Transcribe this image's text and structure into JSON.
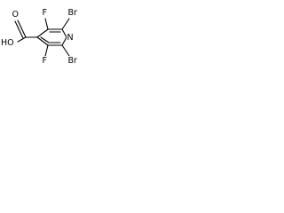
{
  "structure": {
    "atoms": {
      "carboxyl_oxygen_double": "O",
      "carboxyl_hydroxyl": "HO",
      "fluorine_top": "F",
      "fluorine_bottom": "F",
      "bromine_top": "Br",
      "bromine_bottom": "Br",
      "ring_nitrogen": "N"
    }
  }
}
